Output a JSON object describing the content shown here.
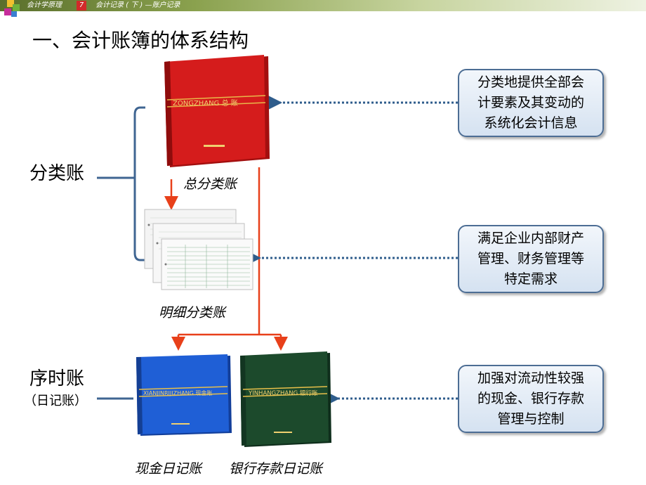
{
  "header": {
    "course": "会计学原理",
    "chapter_number": "7",
    "chapter_title": "会计记录 ( 下 ) —账户记录"
  },
  "title": "一、会计账簿的体系结构",
  "groups": {
    "classified": "分类账",
    "chronological": "序时账",
    "chronological_sub": "（日记账）"
  },
  "books": {
    "general_ledger": {
      "caption": "总分类账",
      "spine_text": "ZONGZHANG 总  账"
    },
    "subsidiary_ledger": {
      "caption": "明细分类账"
    },
    "cash_journal": {
      "caption": "现金日记账",
      "spine_text": "XIANJINRIJIZHANG 现金账"
    },
    "bank_journal": {
      "caption": "银行存款日记账",
      "spine_text": "YINHANGZHANG 银行账"
    }
  },
  "callouts": [
    {
      "lines": [
        "分类地提供全部会",
        "计要素及其变动的",
        "系统化会计信息"
      ]
    },
    {
      "lines": [
        "满足企业内部财产",
        "管理、财务管理等",
        "特定需求"
      ]
    },
    {
      "lines": [
        "加强对流动性较强",
        "的现金、银行存款",
        "管理与控制"
      ]
    }
  ],
  "colors": {
    "accent_red": "#e8401a",
    "dotted_arrow": "#2f5d8c",
    "bracket": "#3f6592",
    "ledger_red": "#d51c1c",
    "cash_blue": "#1f5fd6",
    "bank_green": "#1c4a2c"
  }
}
